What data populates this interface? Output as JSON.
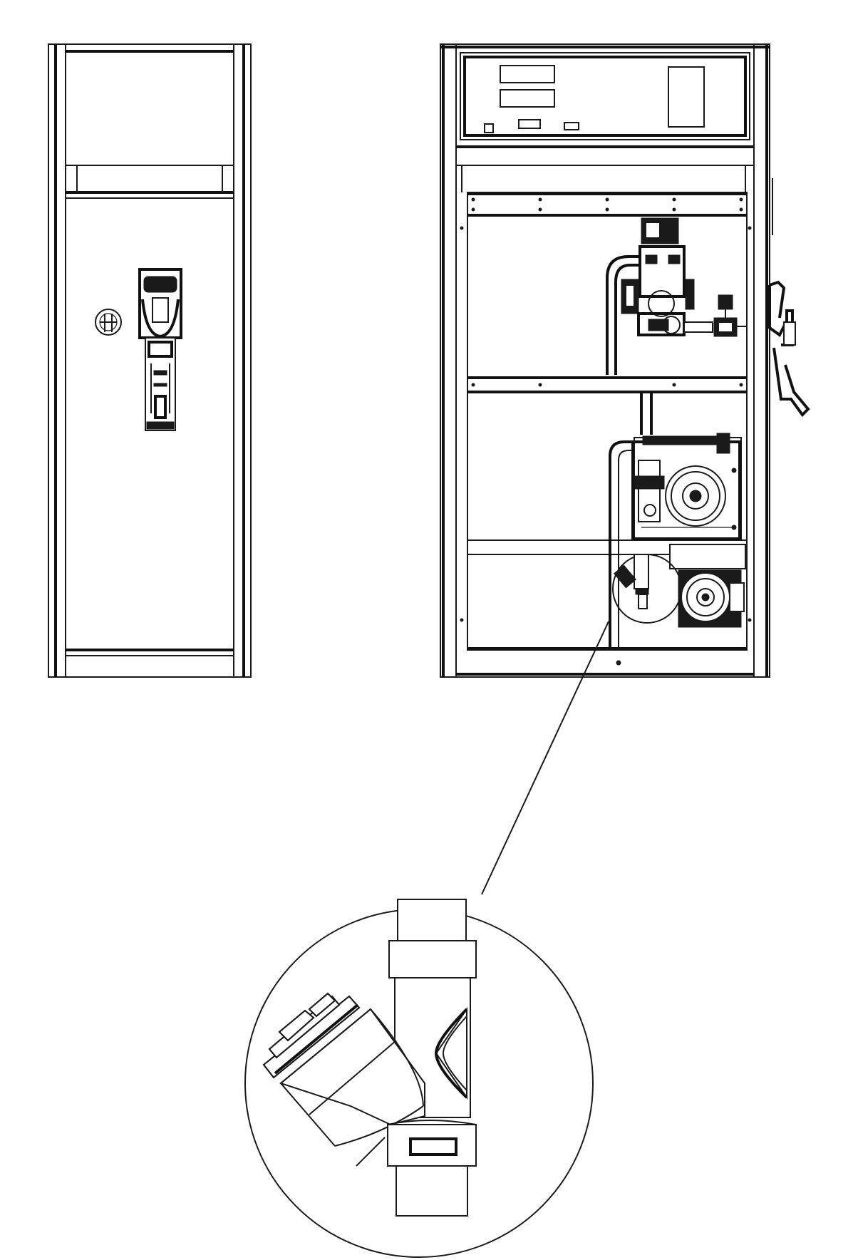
{
  "figure": {
    "background_color": "#ffffff",
    "line_color": "#1a1a1a",
    "views": [
      {
        "key": "side-view",
        "description_visible": false
      },
      {
        "key": "front-view-open",
        "description_visible": false
      },
      {
        "key": "strainer-detail",
        "description_visible": false
      }
    ]
  }
}
